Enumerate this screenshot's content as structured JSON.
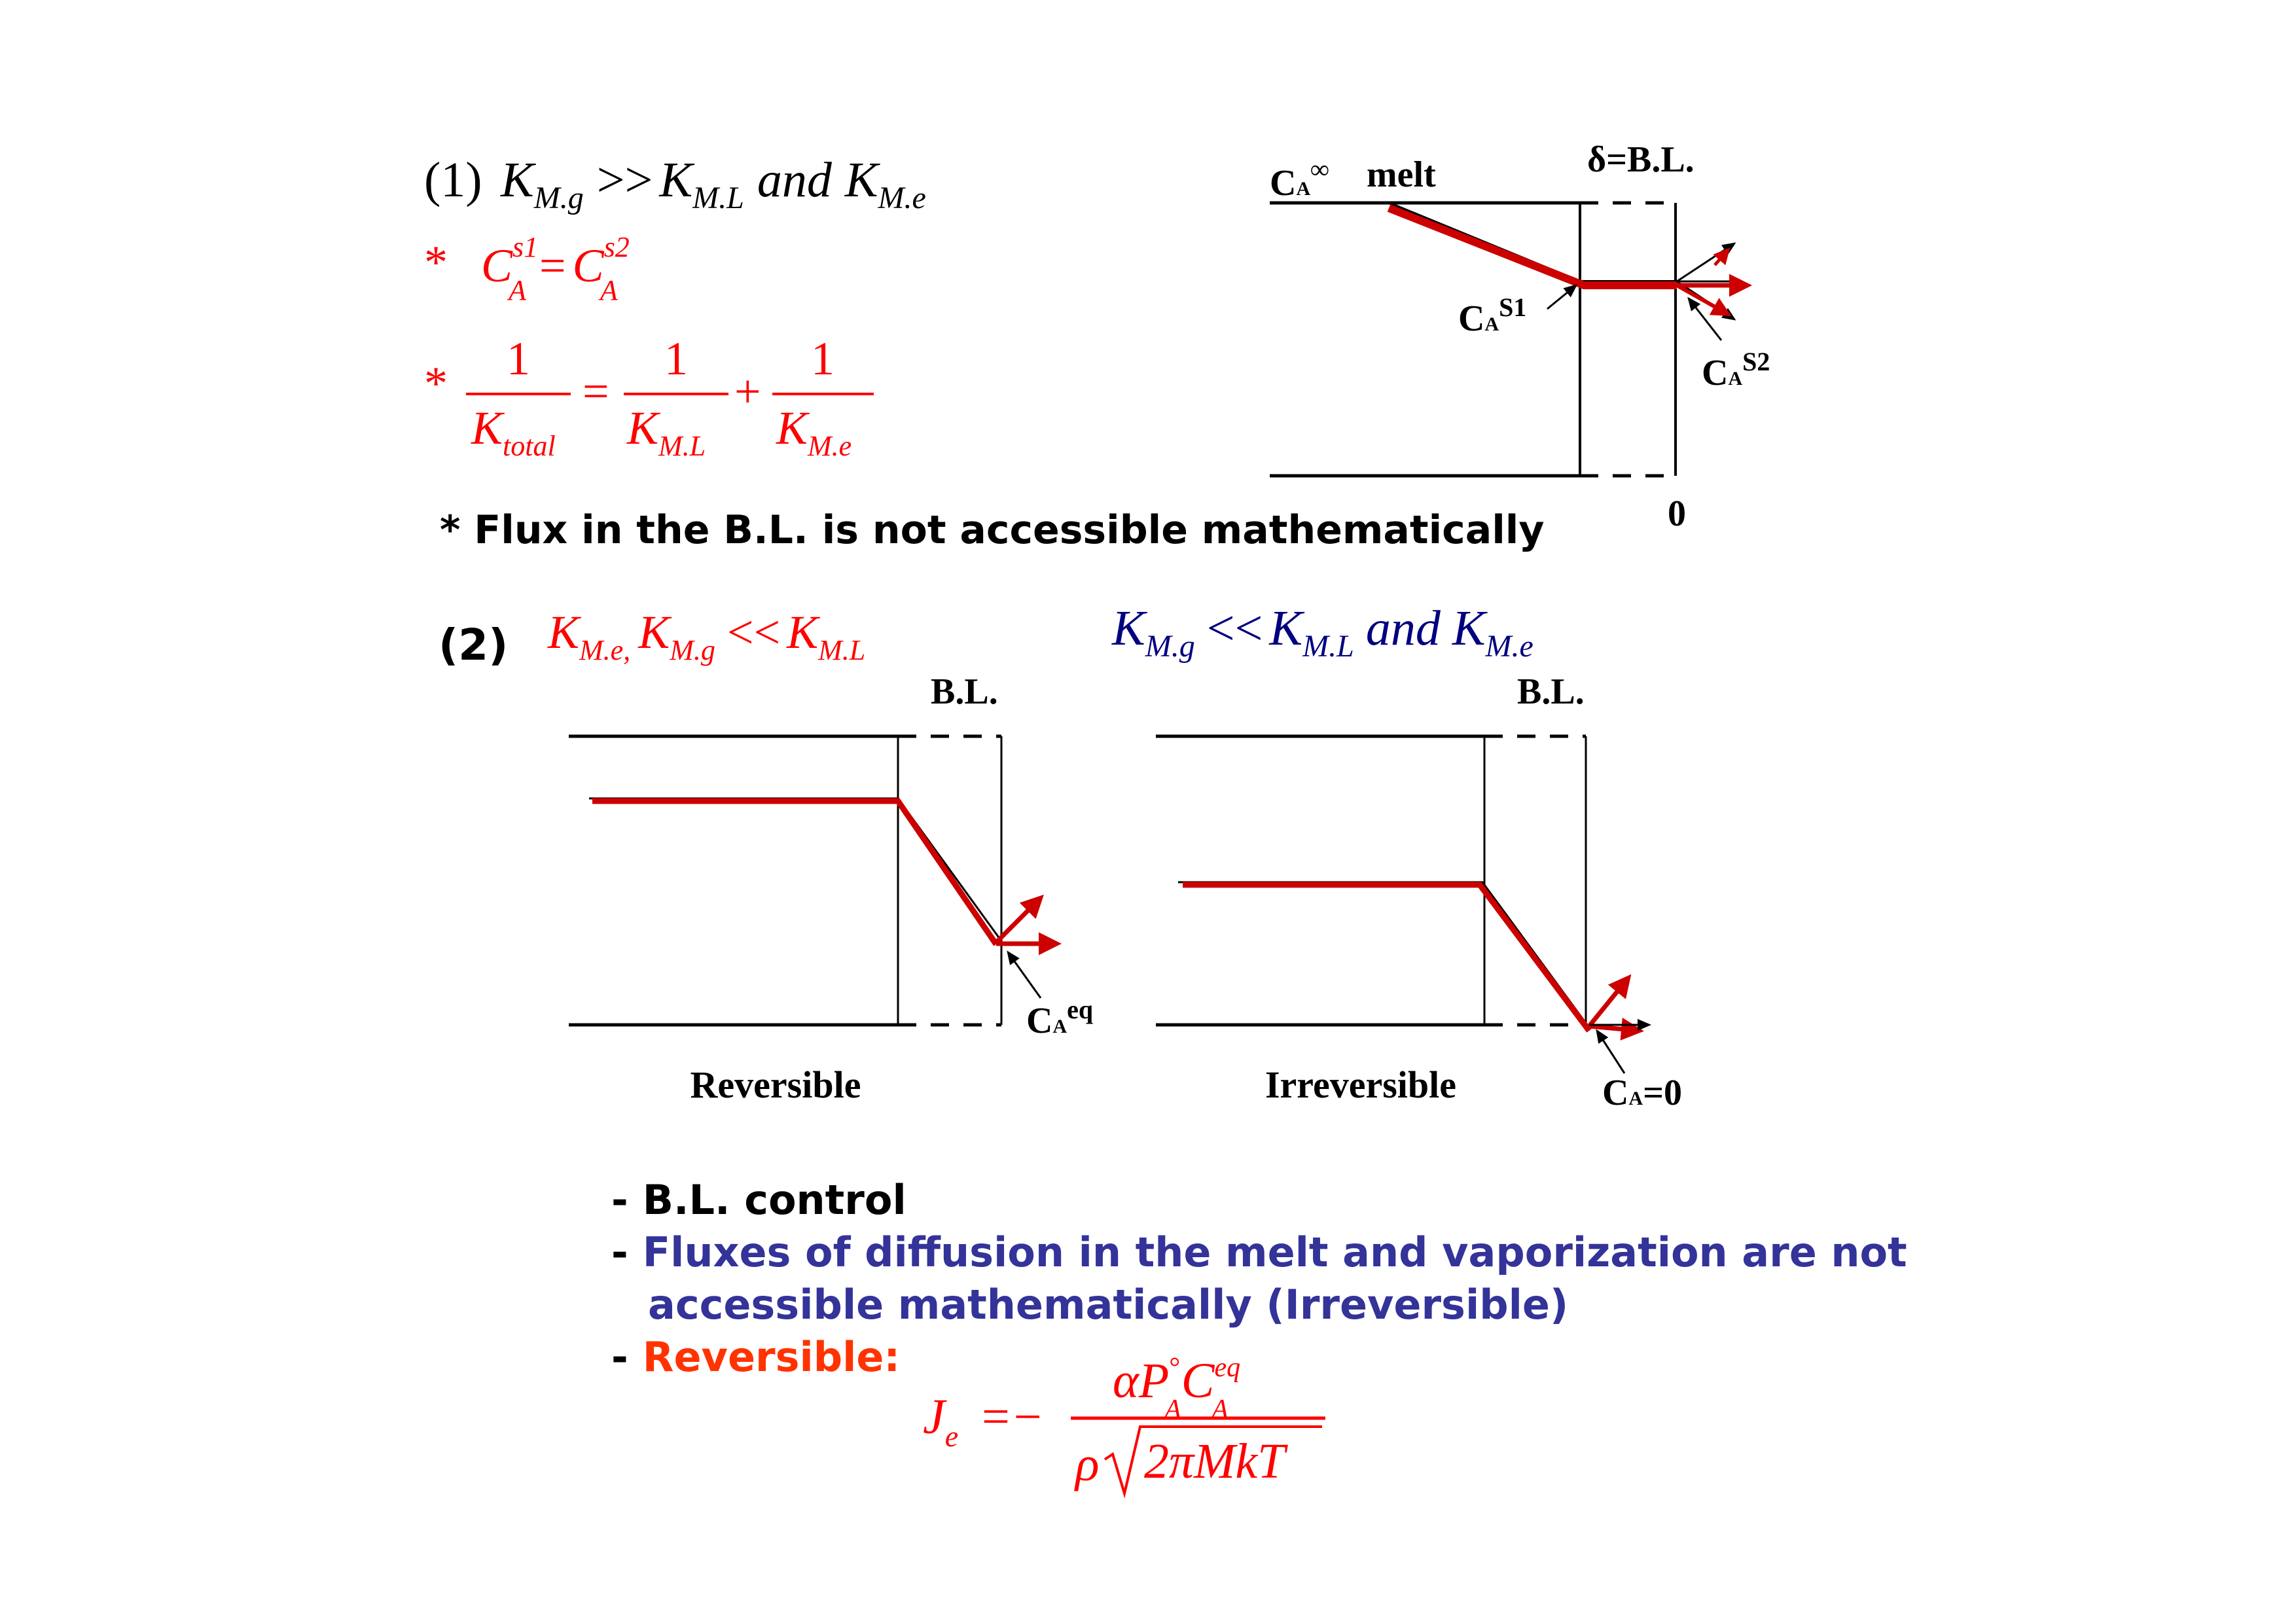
{
  "colors": {
    "formula_red": "#ff0000",
    "curve_red": "#cc0000",
    "blue_text": "#333399",
    "navy_formula": "#000080",
    "orange": "#ff3300",
    "black": "#000000"
  },
  "section1": {
    "label": "(1)",
    "condition": {
      "k1": "K",
      "s1": "M.g",
      "op": ">>",
      "k2": "K",
      "s2": "M.L",
      "and": "and",
      "k3": "K",
      "s3": "M.e"
    },
    "eq1": {
      "star": "*",
      "c1": "C",
      "sup1": "s1",
      "sub1": "A",
      "eq": "=",
      "c2": "C",
      "sup2": "s2",
      "sub2": "A"
    },
    "eq2": {
      "star": "*",
      "one1": "1",
      "d1": "K",
      "d1sub": "total",
      "eq": "=",
      "one2": "1",
      "d2": "K",
      "d2sub": "M.L",
      "plus": "+",
      "one3": "1",
      "d3": "K",
      "d3sub": "M.e"
    },
    "note": "* Flux in the B.L. is not accessible mathematically",
    "diagram": {
      "c_inf": "C",
      "c_inf_sub": "A",
      "c_inf_sup": "∞",
      "melt": "melt",
      "bl": "δ=B.L.",
      "cs1": "C",
      "cs1_sub": "A",
      "cs1_sup": "S1",
      "cs2": "C",
      "cs2_sub": "A",
      "cs2_sup": "S2",
      "zero": "0"
    }
  },
  "section2": {
    "label": "(2)",
    "cond_red": {
      "k1": "K",
      "s1": "M.e,",
      "k2": "K",
      "s2": "M.g",
      "op": "<<",
      "k3": "K",
      "s3": "M.L"
    },
    "cond_blue": {
      "k1": "K",
      "s1": "M.g",
      "op": "<<",
      "k2": "K",
      "s2": "M.L",
      "and": "and",
      "k3": "K",
      "s3": "M.e"
    },
    "left": {
      "bl": "B.L.",
      "c": "C",
      "c_sub": "A",
      "c_sup": "eq",
      "caption": "Reversible"
    },
    "right": {
      "bl": "B.L.",
      "c": "C",
      "c_sub": "A",
      "c_rest": "=0",
      "caption": "Irreversible"
    }
  },
  "bullets": {
    "dash": "-",
    "b1": "B.L. control",
    "b2_line1": "Fluxes of diffusion in the melt and vaporization are not",
    "b2_line2": "accessible mathematically (Irreversible)",
    "b3": "Reversible:"
  },
  "flux_formula": {
    "j": "J",
    "jsub": "e",
    "eq": "=",
    "minus": "−",
    "alpha": "α",
    "p": "P",
    "psup": "°",
    "psub": "A",
    "c": "C",
    "csup": "eq",
    "csub": "A",
    "rho": "ρ",
    "radicand": "2πMkT"
  }
}
